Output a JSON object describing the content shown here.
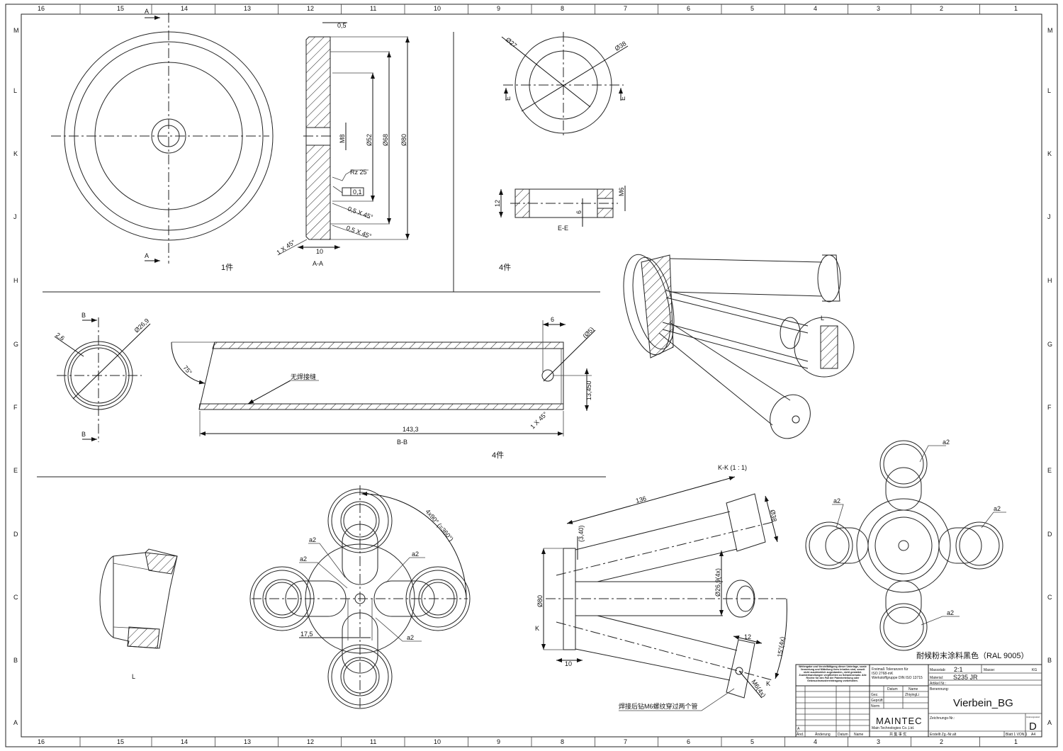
{
  "frame": {
    "columns": [
      "16",
      "15",
      "14",
      "13",
      "12",
      "11",
      "10",
      "9",
      "8",
      "7",
      "6",
      "5",
      "4",
      "3",
      "2",
      "1"
    ],
    "rows": [
      "M",
      "L",
      "K",
      "J",
      "H",
      "G",
      "F",
      "E",
      "D",
      "C",
      "B",
      "A"
    ]
  },
  "view_disk": {
    "section_mark": "A",
    "qty": "1件"
  },
  "view_aa": {
    "dim_gap": "0,5",
    "thread": "M8",
    "d52": "Ø52",
    "d68": "Ø68",
    "d80": "Ø80",
    "roughness": "Rz 25",
    "flatness": "0,1",
    "chamfer1": "0,5 X 45°",
    "chamfer2": "0,5 X 45°",
    "chamfer3": "1 X 45°",
    "thickness": "10",
    "label": "A-A"
  },
  "view_ring": {
    "d27": "Ø27",
    "d38": "Ø38",
    "section_mark": "E",
    "height": "12",
    "hole_pos": "6",
    "thread": "M6",
    "label": "E-E",
    "qty": "4件"
  },
  "view_iso": {
    "detail": "L"
  },
  "view_tube_end": {
    "wall": "2,6",
    "diameter": "Ø26,9",
    "section_mark": "B"
  },
  "view_bb": {
    "angle": "75°",
    "note": "无焊接缝",
    "length": "143,3",
    "label": "B-B",
    "hole_offset": "6",
    "hole_d": "(Ø5)",
    "height": "13,450",
    "chamfer": "1 X 45°",
    "qty": "4件"
  },
  "view_detail": {
    "label": "L"
  },
  "view_cross": {
    "weld": "a2",
    "pitch": "17,5",
    "angle": "4x90° (=360°)"
  },
  "view_kk": {
    "label": "K-K (1 : 1)",
    "length": "136",
    "offset": "(3,40)",
    "d38": "Ø38",
    "tube_d": "Ø26,9(4x)",
    "d80": "Ø80",
    "thickness": "10",
    "cap": "12",
    "angle": "15°(4x)",
    "thread": "M6(4x)",
    "note": "焊接后钻M6螺纹穿过两个管",
    "section_mark": "K"
  },
  "view_top": {
    "weld": "a2"
  },
  "coating_note": "耐候粉末涂料黑色（RAL 9005）",
  "title_block": {
    "notice": "Weitergabe und Vervielfältigung dieser Unterlage, sowie Verwertung und Mitteilung ihres Inhaltes sind, soweit nicht ausdrücklich zugestanden, nicht gestattet. Zuwiderhandlungen verpflichten zu Schadenersatz. Alle Rechte für den Fall der Patenterteilung oder Gebrauchsmustereintragung vorbehalten.",
    "tolerance": [
      "Freimaß Toleranzen für",
      "ISO 2768-mK",
      "Werkstoffgruppe DIN ISO 13715"
    ],
    "datum_label": "Datum",
    "name_label": "Name",
    "gez_label": "Gez.",
    "geprueft_label": "Geprüft",
    "norm_label": "Norm",
    "drafter": "ZhiyingLi",
    "company": "MAINTEC",
    "company_sub": "Main Technologies Co.,Ltd.",
    "motto": "共 集 事 优",
    "rev_letter": "A",
    "rev_cols": [
      "Änd.",
      "Änderung",
      "Datum",
      "Name"
    ],
    "massstab_label": "Massstab:",
    "massstab": "2:1",
    "masse_label": "Masse:",
    "masse_unit": "KG",
    "material_label": "Material:",
    "material": "S235 JR",
    "artikel_label": "Artikel Nr.:",
    "benennung_label": "Benennung:",
    "benennung": "Vierbein_BG",
    "zeichnung_label": "Zeichnungs-Nr.:",
    "aend_label": "Änderungsstand",
    "aend": "D",
    "erstellt": "Erstellt Zg.-Nr.alt",
    "blatt": "Blatt 1 VON 1",
    "format": "A4"
  }
}
